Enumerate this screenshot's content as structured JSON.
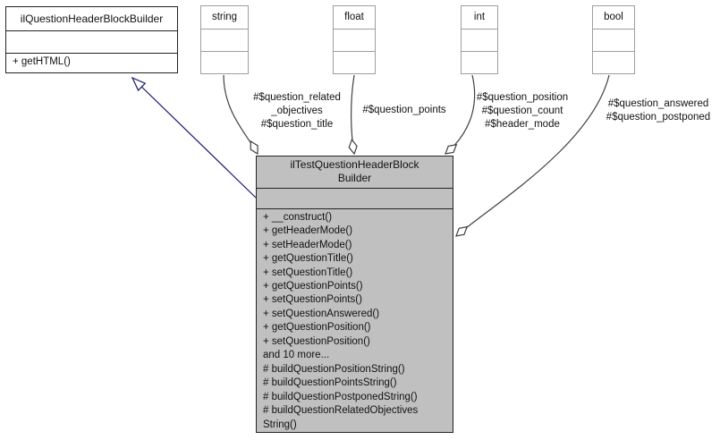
{
  "diagram": {
    "base_class": {
      "title": "ilQuestionHeaderBlockBuilder",
      "methods": [
        "+ getHTML()"
      ]
    },
    "types": [
      {
        "title": "string"
      },
      {
        "title": "float"
      },
      {
        "title": "int"
      },
      {
        "title": "bool"
      }
    ],
    "main_class": {
      "title_lines": [
        "ilTestQuestionHeaderBlock",
        "Builder"
      ],
      "methods": [
        "+ __construct()",
        "+ getHeaderMode()",
        "+ setHeaderMode()",
        "+ getQuestionTitle()",
        "+ setQuestionTitle()",
        "+ getQuestionPoints()",
        "+ setQuestionPoints()",
        "+ setQuestionAnswered()",
        "+ getQuestionPosition()",
        "+ setQuestionPosition()",
        "and 10 more...",
        "# buildQuestionPositionString()",
        "# buildQuestionPointsString()",
        "# buildQuestionPostponedString()",
        "# buildQuestionRelatedObjectives",
        "String()"
      ]
    },
    "edges": [
      {
        "from": "string",
        "to": "ilTestQuestionHeaderBlockBuilder",
        "kind": "aggregation",
        "label_lines": [
          "#$question_related",
          "_objectives",
          "#$question_title"
        ]
      },
      {
        "from": "float",
        "to": "ilTestQuestionHeaderBlockBuilder",
        "kind": "aggregation",
        "label_lines": [
          "#$question_points"
        ]
      },
      {
        "from": "int",
        "to": "ilTestQuestionHeaderBlockBuilder",
        "kind": "aggregation",
        "label_lines": [
          "#$question_position",
          "#$question_count",
          "#$header_mode"
        ]
      },
      {
        "from": "bool",
        "to": "ilTestQuestionHeaderBlockBuilder",
        "kind": "aggregation",
        "label_lines": [
          "#$question_answered",
          "#$question_postponed"
        ]
      },
      {
        "from": "ilTestQuestionHeaderBlockBuilder",
        "to": "ilQuestionHeaderBlockBuilder",
        "kind": "inheritance",
        "label_lines": []
      }
    ],
    "colors": {
      "main_node_fill": "#c0c0c0",
      "class_border": "#232323",
      "type_box_border": "#9e9e9e",
      "aggregation_edge": "#404040",
      "inheritance_edge": "#191970",
      "background": "#ffffff"
    }
  }
}
